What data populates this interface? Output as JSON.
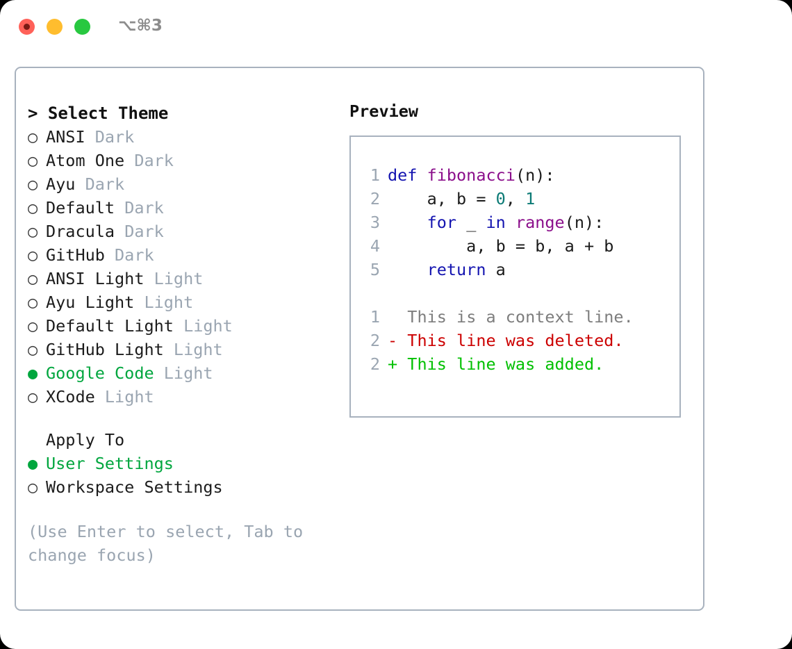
{
  "titlebar": {
    "shortcut_label": "⌥⌘3",
    "buttons": {
      "close": "close-button",
      "minimize": "minimize-button",
      "maximize": "maximize-button"
    },
    "colors": {
      "close": "#ff6159",
      "minimize": "#ffbd2e",
      "maximize": "#28c840"
    }
  },
  "theme_picker": {
    "header": "> Select Theme",
    "selected_marker": "●",
    "unselected_marker": "○",
    "items": [
      {
        "marker": "○",
        "name": "ANSI",
        "badge": "Dark",
        "selected": false
      },
      {
        "marker": "○",
        "name": "Atom One",
        "badge": "Dark",
        "selected": false
      },
      {
        "marker": "○",
        "name": "Ayu",
        "badge": "Dark",
        "selected": false
      },
      {
        "marker": "○",
        "name": "Default",
        "badge": "Dark",
        "selected": false
      },
      {
        "marker": "○",
        "name": "Dracula",
        "badge": "Dark",
        "selected": false
      },
      {
        "marker": "○",
        "name": "GitHub",
        "badge": "Dark",
        "selected": false
      },
      {
        "marker": "○",
        "name": "ANSI Light",
        "badge": "Light",
        "selected": false
      },
      {
        "marker": "○",
        "name": "Ayu Light",
        "badge": "Light",
        "selected": false
      },
      {
        "marker": "○",
        "name": "Default Light",
        "badge": "Light",
        "selected": false
      },
      {
        "marker": "○",
        "name": "GitHub Light",
        "badge": "Light",
        "selected": false
      },
      {
        "marker": "●",
        "name": "Google Code",
        "badge": "Light",
        "selected": true
      },
      {
        "marker": "○",
        "name": "XCode",
        "badge": "Light",
        "selected": false
      }
    ]
  },
  "apply_to": {
    "header": "Apply To",
    "items": [
      {
        "marker": "●",
        "name": "User Settings",
        "selected": true
      },
      {
        "marker": "○",
        "name": "Workspace Settings",
        "selected": false
      }
    ]
  },
  "hint": "(Use Enter to select, Tab to change focus)",
  "preview": {
    "heading": "Preview",
    "code_lines": [
      {
        "ln": "1",
        "tokens": [
          {
            "t": "def ",
            "c": "kw"
          },
          {
            "t": "fibonacci",
            "c": "fn"
          },
          {
            "t": "(n):",
            "c": "plain"
          }
        ]
      },
      {
        "ln": "2",
        "tokens": [
          {
            "t": "    a, b = ",
            "c": "plain"
          },
          {
            "t": "0",
            "c": "num"
          },
          {
            "t": ", ",
            "c": "plain"
          },
          {
            "t": "1",
            "c": "num"
          }
        ]
      },
      {
        "ln": "3",
        "tokens": [
          {
            "t": "    ",
            "c": "plain"
          },
          {
            "t": "for",
            "c": "kw"
          },
          {
            "t": " _ ",
            "c": "plain"
          },
          {
            "t": "in",
            "c": "kw"
          },
          {
            "t": " ",
            "c": "plain"
          },
          {
            "t": "range",
            "c": "fn"
          },
          {
            "t": "(n):",
            "c": "plain"
          }
        ]
      },
      {
        "ln": "4",
        "tokens": [
          {
            "t": "        a, b = b, a + b",
            "c": "plain"
          }
        ]
      },
      {
        "ln": "5",
        "tokens": [
          {
            "t": "    ",
            "c": "plain"
          },
          {
            "t": "return",
            "c": "kw"
          },
          {
            "t": " a",
            "c": "plain"
          }
        ]
      }
    ],
    "diff_lines": [
      {
        "ln": "1",
        "sign": " ",
        "text": " This is a context line.",
        "kind": "context"
      },
      {
        "ln": "2",
        "sign": "-",
        "text": " This line was deleted.",
        "kind": "deleted"
      },
      {
        "ln": "2",
        "sign": "+",
        "text": " This line was added.",
        "kind": "added"
      }
    ]
  },
  "colors": {
    "accent_green": "#00a63e",
    "muted_gray": "#9aa5b1",
    "border": "#a8b2be",
    "keyword": "#1414b0",
    "function": "#8b0f8b",
    "number": "#0b7a75",
    "diff_deleted": "#cc0000",
    "diff_added": "#00c000"
  }
}
